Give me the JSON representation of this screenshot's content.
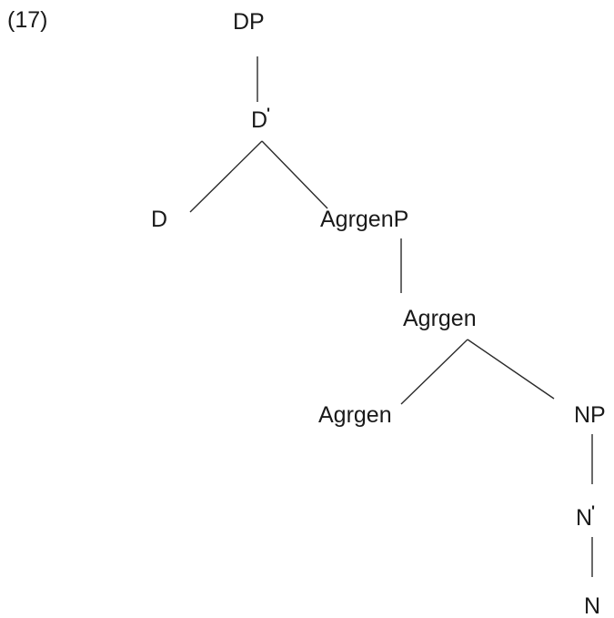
{
  "example_number": "(17)",
  "nodes": {
    "dp": "DP",
    "d_bar": "D",
    "d_bar_prime": "'",
    "d": "D",
    "agrgenp": "AgrgenP",
    "agrgen_bar": "Agrgen",
    "agrgen": "Agrgen",
    "np": "NP",
    "n_bar": "N",
    "n_bar_prime": "'",
    "n": "N"
  },
  "colors": {
    "ink": "#1a1a1a",
    "background": "#ffffff"
  }
}
